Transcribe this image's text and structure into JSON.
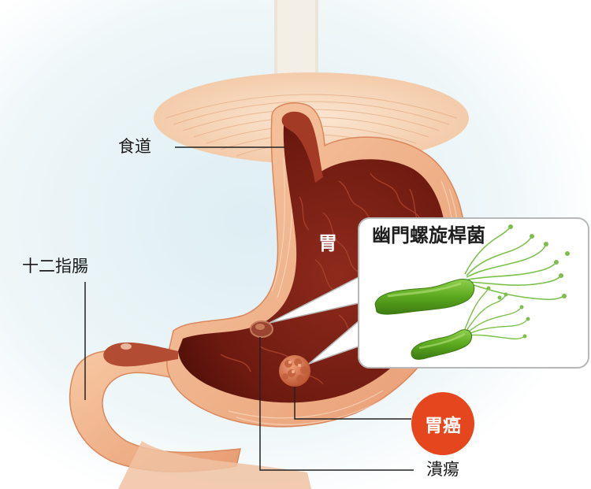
{
  "labels": {
    "esophagus": "食道",
    "duodenum": "十二指腸",
    "stomach": "胃",
    "bacteria": "幽門螺旋桿菌",
    "cancer": "胃癌",
    "ulcer": "潰瘍"
  },
  "colors": {
    "stomach_inner": "#7a1e14",
    "stomach_wall": "#f2b48c",
    "diaphragm": "#f6d3b6",
    "bacteria_body": "#5aa81e",
    "bacteria_flagella": "#7cc04a",
    "cancer_badge": "#e6461e",
    "leader_line": "#222222",
    "callout_border": "#b8b8b8"
  }
}
